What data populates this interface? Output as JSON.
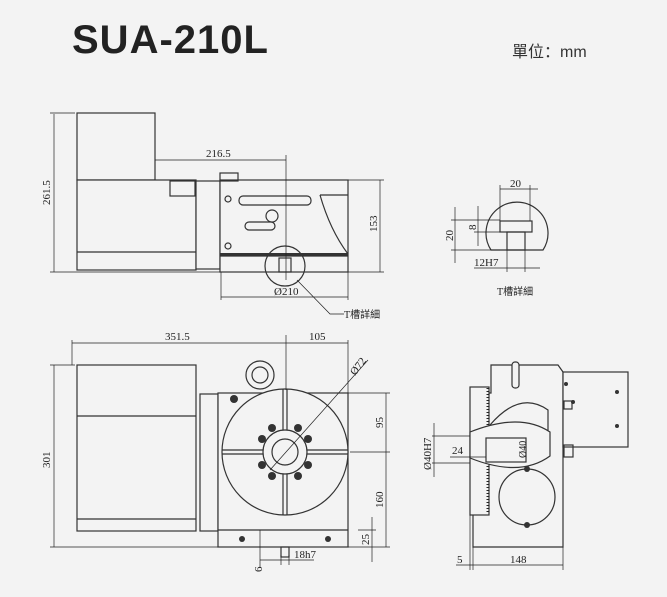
{
  "title": "SUA-210L",
  "unit_label": "單位：mm",
  "top_view": {
    "dim_height": "261.5",
    "dim_offset": "216.5",
    "dim_table_height": "153",
    "dim_table_dia": "Ø210",
    "detail_callout": "T槽詳細"
  },
  "detail": {
    "dim_width": "20",
    "dim_height": "20",
    "dim_depth": "8",
    "dim_slot": "12H7",
    "caption": "T槽詳細"
  },
  "front_view": {
    "dim_length": "351.5",
    "dim_center": "105",
    "dim_height": "301",
    "dim_bore": "Ø72",
    "dim_upper": "95",
    "dim_lower": "160",
    "dim_base": "25",
    "dim_key": "18h7",
    "dim_key_offset": "6"
  },
  "side_view": {
    "dim_bore": "Ø40H7",
    "dim_bore_depth": "24",
    "dim_inner": "Ø40",
    "dim_width": "148",
    "dim_offset": "5"
  }
}
